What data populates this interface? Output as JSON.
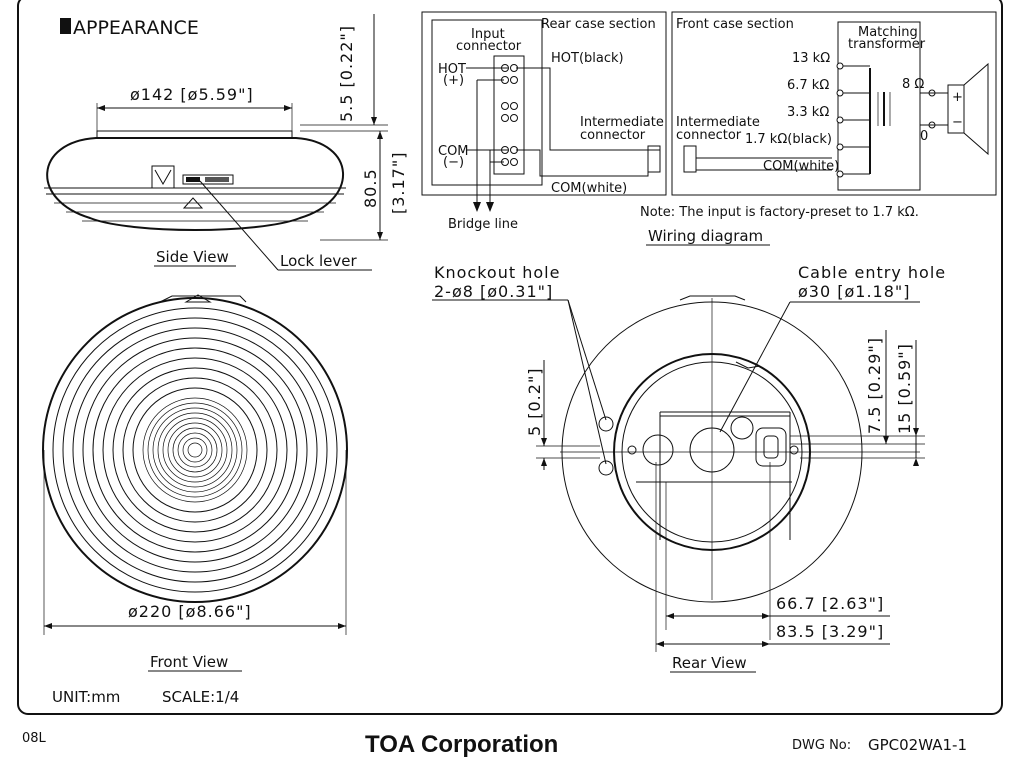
{
  "drawing": {
    "section_title": "APPEARANCE",
    "unit": "UNIT:mm",
    "scale": "SCALE:1/4",
    "sheet_code": "08L",
    "company": "TOA Corporation",
    "dwg_label": "DWG No:",
    "dwg_number": "GPC02WA1-1"
  },
  "side_view": {
    "caption": "Side View",
    "lock_lever": "Lock lever",
    "dim_width": "ø142 [ø5.59\"]",
    "dim_top_height": "5.5 [0.22\"]",
    "dim_height_mm": "80.5",
    "dim_height_in": "[3.17\"]"
  },
  "front_view": {
    "caption": "Front View",
    "dim_diameter": "ø220 [ø8.66\"]"
  },
  "rear_view": {
    "caption": "Rear View",
    "knockout_title": "Knockout hole",
    "knockout_dim": "2-ø8 [ø0.31\"]",
    "cable_title": "Cable entry hole",
    "cable_dim": "ø30 [ø1.18\"]",
    "dim_5": "5 [0.2\"]",
    "dim_7_5": "7.5 [0.29\"]",
    "dim_15": "15 [0.59\"]",
    "dim_66_7": "66.7 [2.63\"]",
    "dim_83_5": "83.5 [3.29\"]"
  },
  "wiring": {
    "caption": "Wiring diagram",
    "rear_case": "Rear case section",
    "front_case": "Front case section",
    "input_connector_1": "Input",
    "input_connector_2": "connector",
    "hot": "HOT",
    "hot_sign": "(+)",
    "com": "COM",
    "com_sign": "(−)",
    "hot_black": "HOT(black)",
    "com_white_rear": "COM(white)",
    "intermediate_1": "Intermediate",
    "intermediate_2": "connector",
    "bridge_line": "Bridge line",
    "matching_1": "Matching",
    "matching_2": "transformer",
    "tap_13k": "13 kΩ",
    "tap_6_7k": "6.7 kΩ",
    "tap_3_3k": "3.3 kΩ",
    "tap_1_7k": "1.7 kΩ(black)",
    "com_white_front": "COM(white)",
    "out_8": "8 Ω",
    "out_0": "0",
    "plus": "+",
    "minus": "−",
    "note": "Note:  The input is factory-preset to 1.7 kΩ."
  }
}
